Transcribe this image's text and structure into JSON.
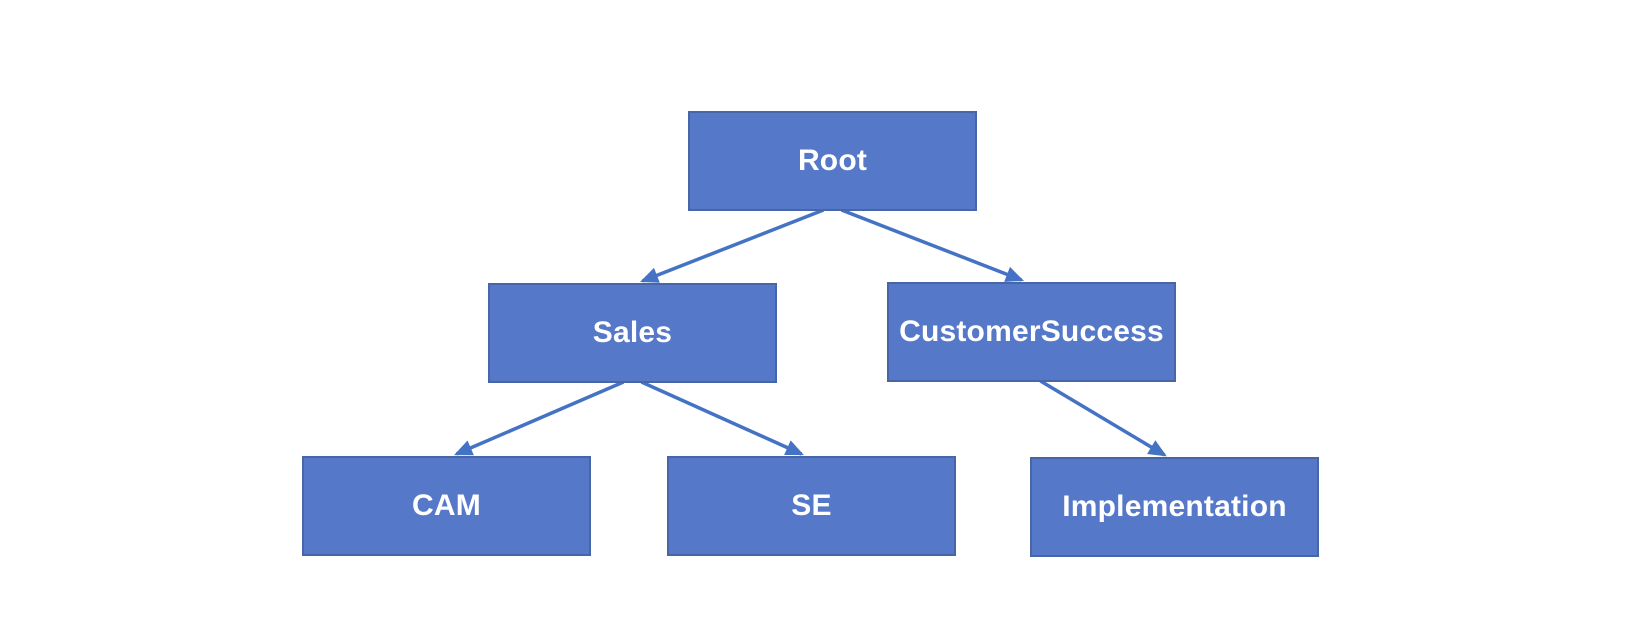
{
  "diagram": {
    "type": "org-tree",
    "title": "",
    "colors": {
      "background": "#ffffff",
      "node_fill": "#5578C8",
      "node_border": "#4766A8",
      "arrow": "#4472C4",
      "text": "#ffffff"
    },
    "nodes": [
      {
        "id": "root",
        "label": "Root"
      },
      {
        "id": "sales",
        "label": "Sales"
      },
      {
        "id": "customersuccess",
        "label": "CustomerSuccess"
      },
      {
        "id": "cam",
        "label": "CAM"
      },
      {
        "id": "se",
        "label": "SE"
      },
      {
        "id": "implementation",
        "label": "Implementation"
      }
    ],
    "edges": [
      {
        "from": "root",
        "to": "sales"
      },
      {
        "from": "root",
        "to": "customersuccess"
      },
      {
        "from": "sales",
        "to": "cam"
      },
      {
        "from": "sales",
        "to": "se"
      },
      {
        "from": "customersuccess",
        "to": "implementation"
      }
    ]
  }
}
